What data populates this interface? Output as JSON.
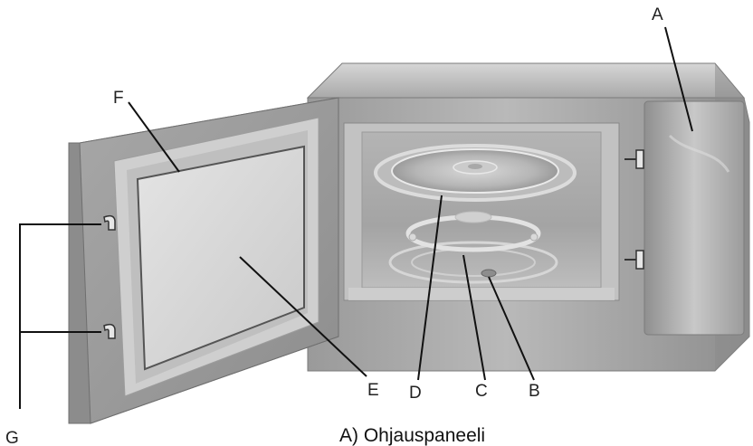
{
  "labels": {
    "a": "A",
    "b": "B",
    "c": "C",
    "d": "D",
    "e": "E",
    "f": "F",
    "g": "G"
  },
  "caption": "A) Ohjauspaneeli"
}
